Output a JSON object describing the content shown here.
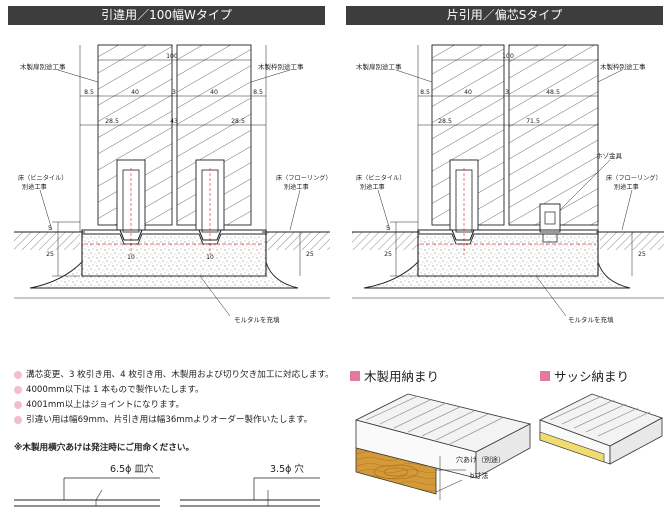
{
  "left_panel": {
    "title": "引違用／100幅Wタイプ",
    "dims": {
      "total": "100",
      "left_side": "8.5",
      "right_side": "8.5",
      "left_panel": "40",
      "gap": "3",
      "right_panel": "40",
      "lower_left": "28.5",
      "lower_mid": "43",
      "lower_right": "28.5",
      "groove_left": "10",
      "groove_right": "10",
      "floor_offset": "5",
      "depth": "25",
      "right_depth": "25"
    },
    "labels": {
      "door_work": "木製扉別途工事",
      "frame_work": "木製枠別途工事",
      "floor_vinyl": "床（ビニタイル）\n別途工事",
      "floor_flooring": "床（フローリング）\n別途工事",
      "mortar": "モルタルを充填"
    }
  },
  "right_panel": {
    "title": "片引用／偏芯Sタイプ",
    "dims": {
      "total": "100",
      "left_side": "8.5",
      "left_panel": "40",
      "gap": "3",
      "right_panel": "48.5",
      "lower_left": "28.5",
      "lower_right": "71.5",
      "floor_offset": "5",
      "depth": "25",
      "right_depth": "25"
    },
    "labels": {
      "door_work": "木製扉別途工事",
      "frame_work": "木製枠別途工事",
      "hozo": "ホゾ金具",
      "floor_vinyl": "床（ビニタイル）\n別途工事",
      "floor_flooring": "床（フローリング）\n別途工事",
      "mortar": "モルタルを充填"
    }
  },
  "notes": [
    "溝芯変更、3 枚引き用、4 枚引き用、木製用および切り欠き加工に対応します。",
    "4000mm以下は 1 本もので製作いたします。",
    "4001mm以上はジョイントになります。",
    "引違い用は幅69mm、片引き用は幅36mmよりオーダー製作いたします。"
  ],
  "warning": "※木製用横穴あけは発注時にご用命ください。",
  "holes": {
    "left": "6.5ϕ 皿穴",
    "right": "3.5ϕ 穴"
  },
  "wood_section": {
    "title": "木製用納まり",
    "hole_label": "穴あけ（別途）",
    "b_label": "b寸法"
  },
  "sash_section": {
    "title": "サッシ納まり"
  },
  "colors": {
    "header_bg": "#3d3d3d",
    "accent_pink": "#e6799e",
    "bullet_pink": "#f4bcd0",
    "dashed_red": "#e04040",
    "wood": "#d49a3a"
  }
}
